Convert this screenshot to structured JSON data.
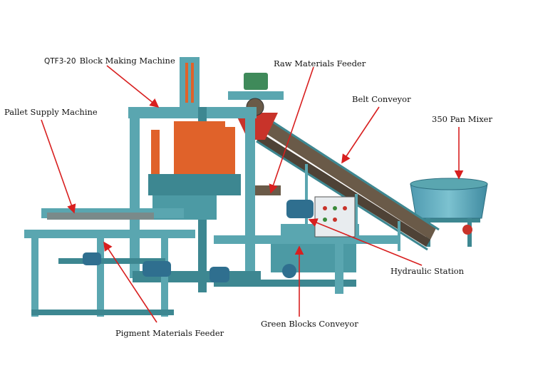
{
  "labels": {
    "model": "QTF3-20",
    "block_making_machine": "Block Making Machine",
    "raw_materials_feeder": "Raw Materials Feeder",
    "belt_conveyor": "Belt Conveyor",
    "pallet_supply_machine": "Pallet Supply Machine",
    "pan_mixer": "350 Pan Mixer",
    "hydraulic_station": "Hydraulic Station",
    "pigment_materials_feeder": "Pigment Materials Feeder",
    "green_blocks_conveyor": "Green Blocks Conveyor"
  },
  "colors": {
    "frame": "#5aa6b0",
    "frame_dark": "#3d8791",
    "orange": "#e0622a",
    "belt": "#6a5a48",
    "motor": "#2f6f8f",
    "arrow": "#d81f1f"
  }
}
